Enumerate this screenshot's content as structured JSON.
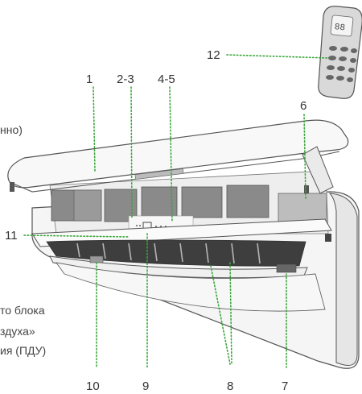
{
  "callouts": {
    "c1": "1",
    "c2": "2-3",
    "c3": "4-5",
    "c4": "6",
    "c5": "7",
    "c6": "8",
    "c7": "9",
    "c8": "10",
    "c9": "11",
    "c10": "12"
  },
  "side_text": {
    "t1": "нно)",
    "t2": "то блока",
    "t3": "здуха»",
    "t4": "ия (ПДУ)"
  },
  "remote": {
    "display_text": "88"
  },
  "colors": {
    "leader": "#3aa63a",
    "outline": "#555555",
    "filter": "#8a8a8a"
  }
}
